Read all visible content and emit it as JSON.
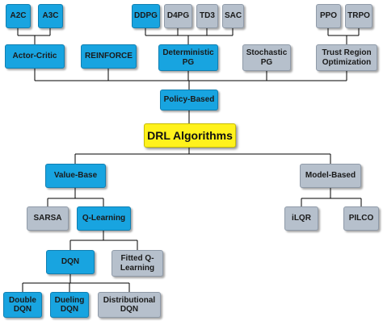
{
  "colors": {
    "blue": "#18a4e0",
    "gray": "#b6c0cc",
    "yellow": "#fff21c",
    "line": "#000000"
  },
  "nodes": {
    "a2c": "A2C",
    "a3c": "A3C",
    "ddpg": "DDPG",
    "d4pg": "D4PG",
    "td3": "TD3",
    "sac": "SAC",
    "ppo": "PPO",
    "trpo": "TRPO",
    "actor_critic": "Actor-Critic",
    "reinforce": "REINFORCE",
    "deterministic_pg": "Deterministic\nPG",
    "stochastic_pg": "Stochastic\nPG",
    "trust_region": "Trust Region\nOptimization",
    "policy_based": "Policy-Based",
    "drl_algorithms": "DRL Algorithms",
    "value_base": "Value-Base",
    "model_based": "Model-Based",
    "sarsa": "SARSA",
    "q_learning": "Q-Learning",
    "ilqr": "iLQR",
    "pilco": "PILCO",
    "dqn": "DQN",
    "fitted_q": "Fitted Q-\nLearning",
    "double_dqn": "Double\nDQN",
    "dueling_dqn": "Dueling\nDQN",
    "distributional_dqn": "Distributional\nDQN"
  }
}
